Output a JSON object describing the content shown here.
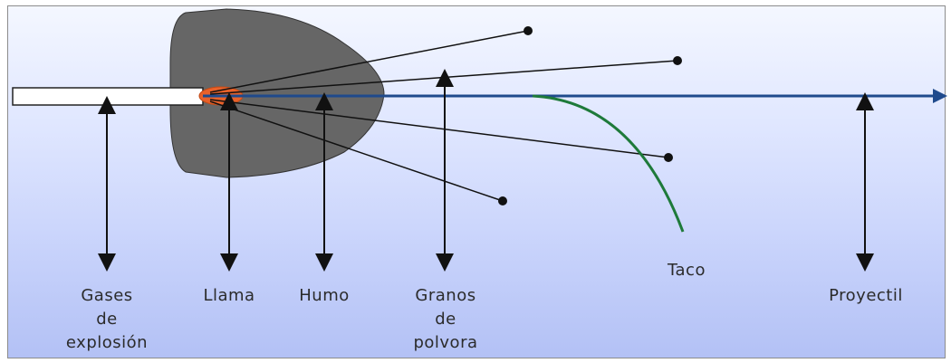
{
  "labels": {
    "gases": "Gases\nde\nexplosión",
    "llama": "Llama",
    "humo": "Humo",
    "granos": "Granos\nde\npolvora",
    "taco": "Taco",
    "proyectil": "Proyectil"
  },
  "colors": {
    "smoke_cloud": "#666666",
    "flame": "#e8612a",
    "trajectory": "#1f4a8c",
    "wad_curve": "#1e7a3a",
    "particle": "#111111"
  }
}
